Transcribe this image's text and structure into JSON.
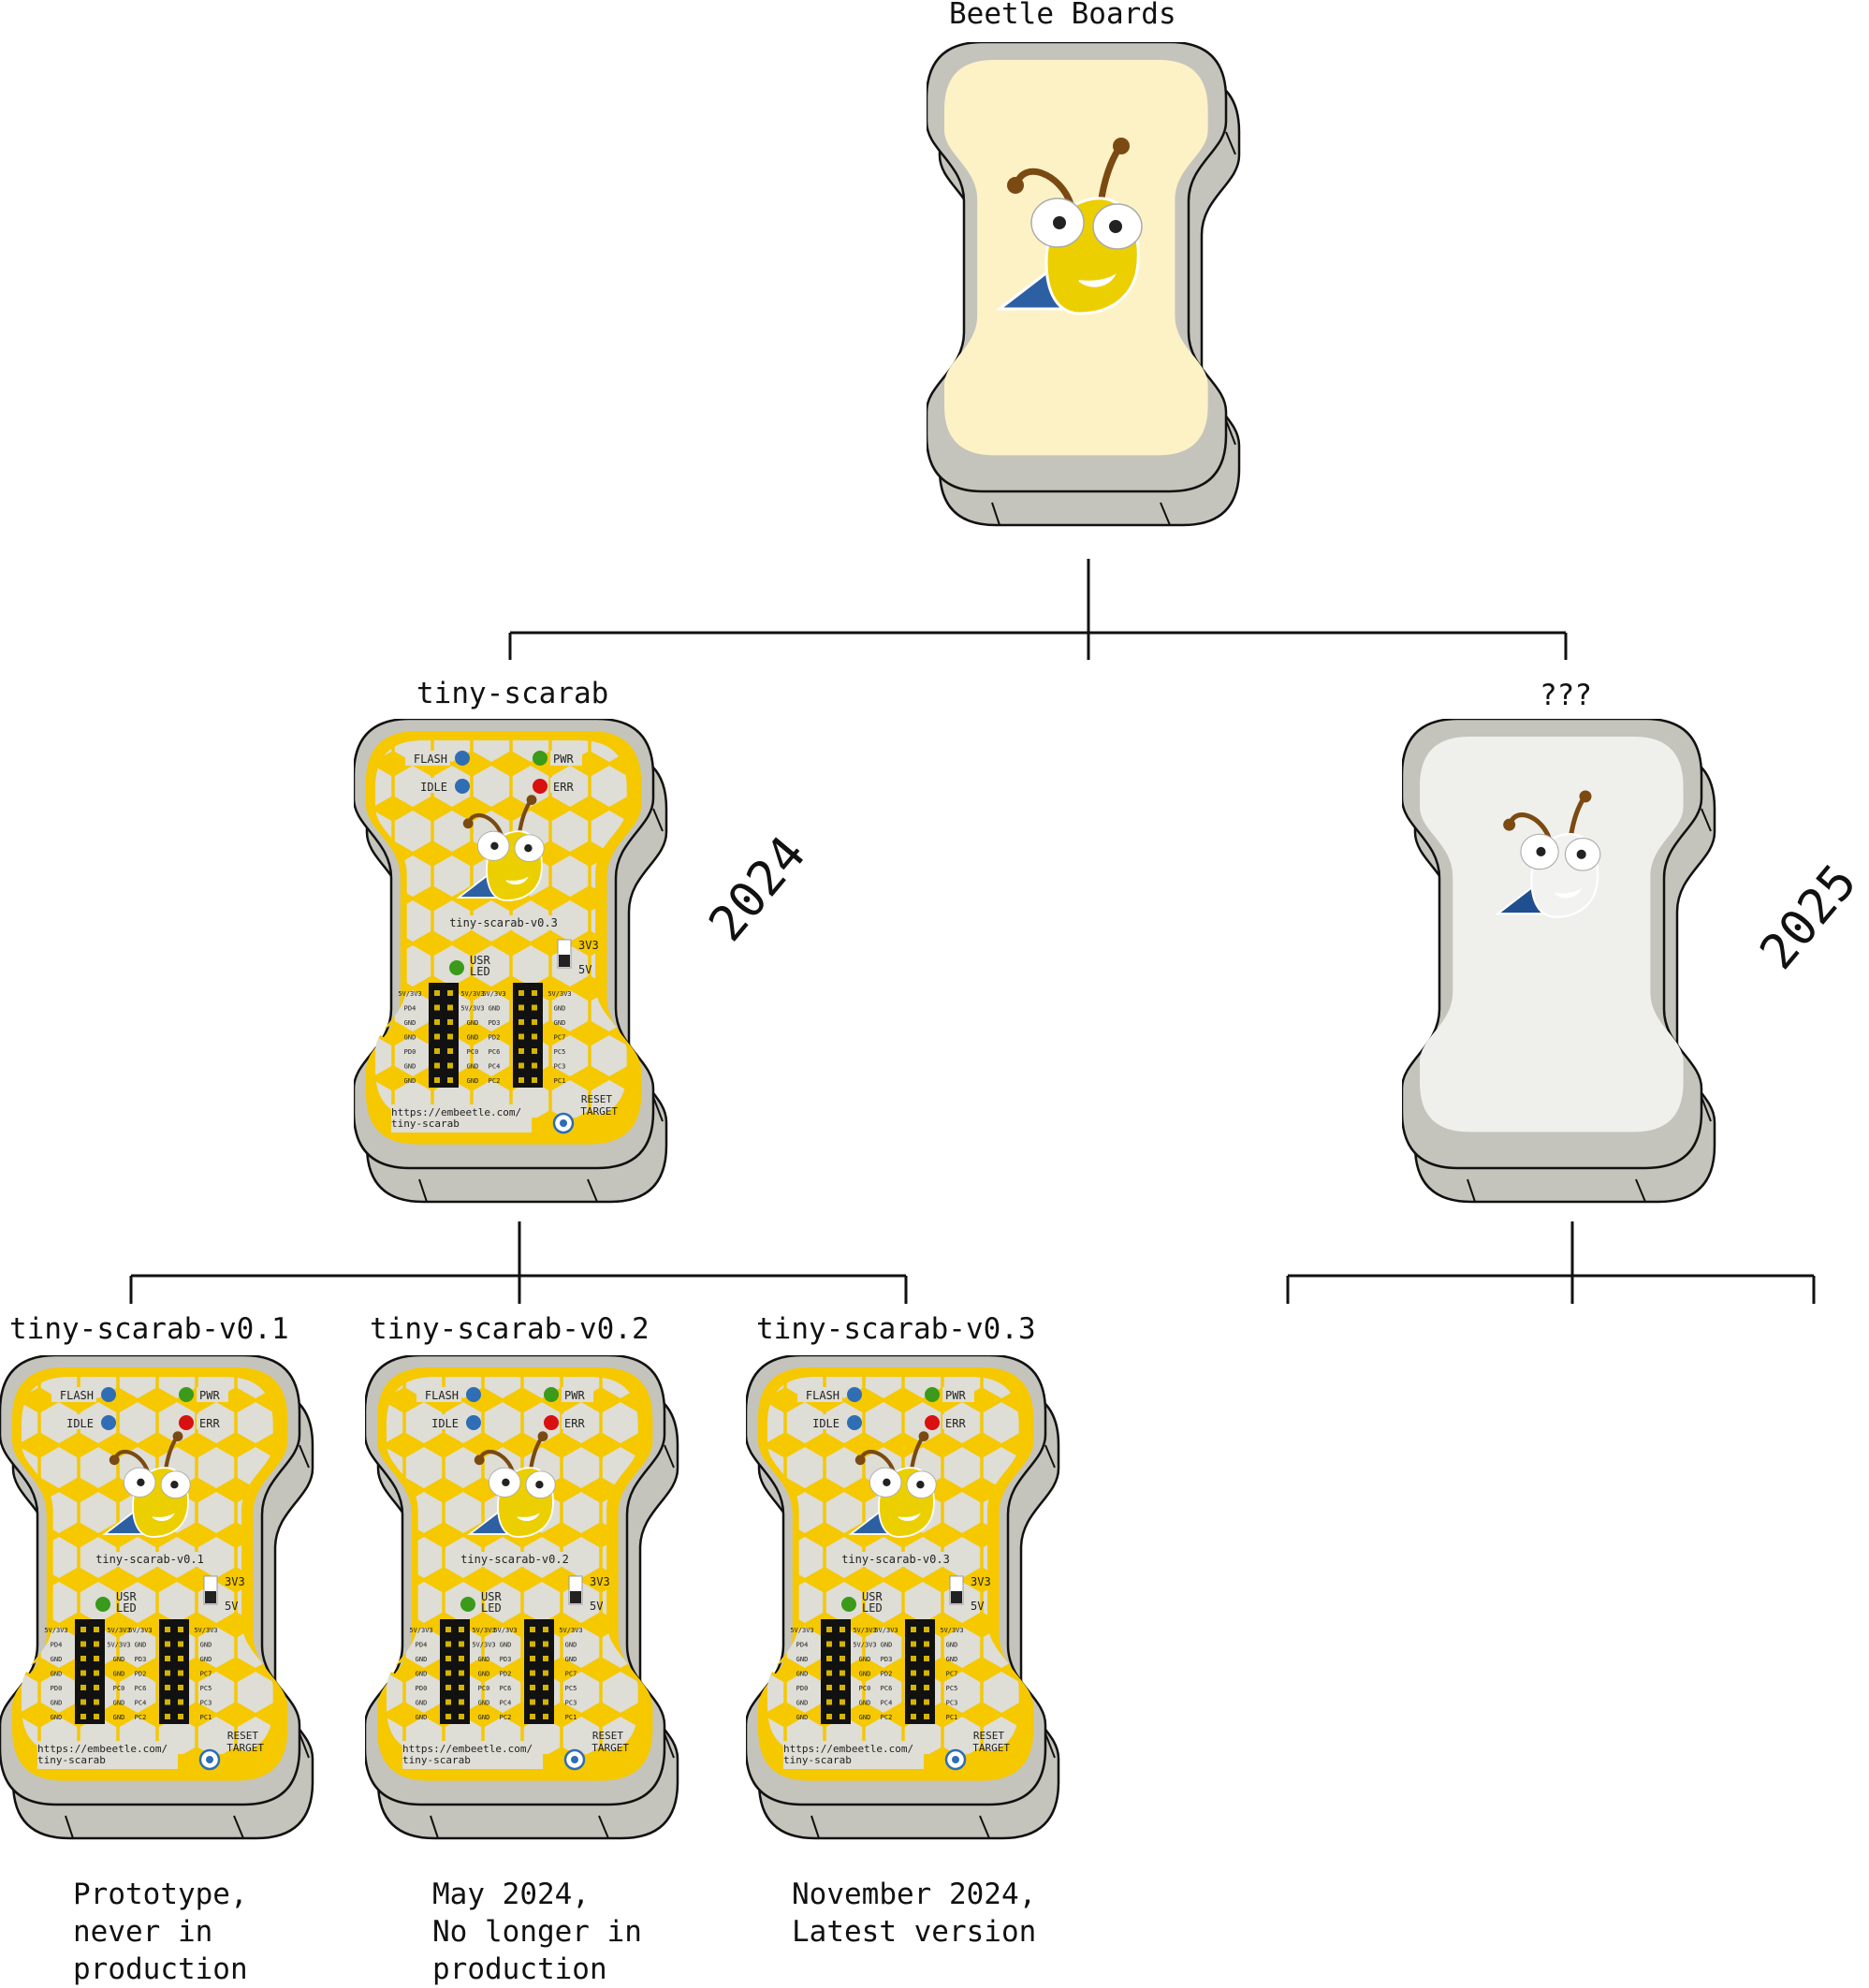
{
  "root": {
    "title": "Beetle Boards"
  },
  "branches": [
    {
      "title": "tiny-scarab",
      "year": "2024"
    },
    {
      "title": "???",
      "year": "2025"
    }
  ],
  "versions": [
    {
      "title": "tiny-scarab-v0.1",
      "board_label": "tiny-scarab-v0.1",
      "note": "Prototype,\nnever in\nproduction"
    },
    {
      "title": "tiny-scarab-v0.2",
      "board_label": "tiny-scarab-v0.2",
      "note": "May 2024,\nNo longer in\nproduction"
    },
    {
      "title": "tiny-scarab-v0.3",
      "board_label": "tiny-scarab-v0.3",
      "note": "November 2024,\nLatest version"
    }
  ],
  "board": {
    "label": "tiny-scarab-v0.3",
    "leds": {
      "flash": "FLASH",
      "idle": "IDLE",
      "pwr": "PWR",
      "err": "ERR",
      "usr": "USR",
      "led": "LED"
    },
    "switch": {
      "top": "3V3",
      "bottom": "5V"
    },
    "url_line1": "https://embeetle.com/",
    "url_line2": "tiny-scarab",
    "reset_line1": "RESET",
    "reset_line2": "TARGET",
    "pins_col1": [
      "5V/3V3",
      "PD4",
      "GND",
      "GND",
      "PD0",
      "GND",
      "GND"
    ],
    "pins_col2": [
      "5V/3V3",
      "5V/3V3",
      "GND",
      "GND",
      "PC0",
      "GND",
      "GND"
    ],
    "pins_col3": [
      "5V/3V3",
      "GND",
      "PD3",
      "PD2",
      "PC6",
      "PC4",
      "PC2"
    ],
    "pins_col4": [
      "5V/3V3",
      "GND",
      "GND",
      "PC7",
      "PC5",
      "PC3",
      "PC1"
    ]
  },
  "colors": {
    "case": "#c4c4bc",
    "case_edge": "#8a8a84",
    "root_fill": "#fdf2c6",
    "unknown_fill": "#efefec",
    "pcb_yellow": "#f5c800",
    "pcb_face": "#deddd6",
    "beetle_yellow": "#eccf00",
    "beetle_blue": "#2d5fa3",
    "antenna": "#7a4a12",
    "led_blue": "#2f6db5",
    "led_green": "#3a9a1a",
    "led_red": "#d81010"
  }
}
